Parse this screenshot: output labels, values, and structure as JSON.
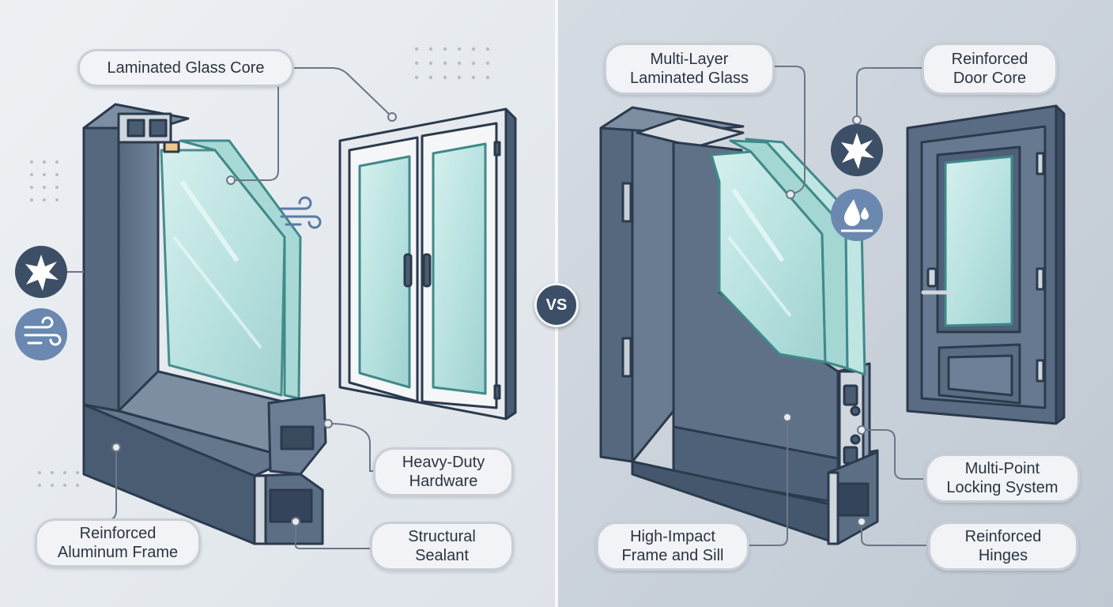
{
  "colors": {
    "panel_left_bg": "#e9edf1",
    "panel_right_bg": "#c9d0d9",
    "frame_dark": "#4a5c72",
    "frame_mid": "#5f7187",
    "frame_light": "#7d8ea3",
    "outline": "#2b3a4d",
    "glass": "#b9e3e0",
    "glass_edge": "#5fa8a6",
    "icon_dark": "#3d4f67",
    "icon_blue": "#6a88b0"
  },
  "icons": [
    "impact-icon",
    "wind-icon",
    "water-drop-icon"
  ],
  "vs_label": "VS",
  "left_panel": {
    "labels": {
      "laminated_glass_core": [
        "Laminated Glass Core"
      ],
      "heavy_duty_hardware": [
        "Heavy-Duty",
        "Hardware"
      ],
      "reinforced_aluminum_frame": [
        "Reinforced",
        "Aluminum Frame"
      ],
      "structural_sealant": [
        "Structural",
        "Sealant"
      ]
    }
  },
  "right_panel": {
    "labels": {
      "multi_layer_laminated_glass": [
        "Multi-Layer",
        "Laminated Glass"
      ],
      "reinforced_door_core": [
        "Reinforced",
        "Door Core"
      ],
      "multi_point_locking_system": [
        "Multi-Point",
        "Locking System"
      ],
      "high_impact_frame_and_sill": [
        "High-Impact",
        "Frame and Sill"
      ],
      "reinforced_hinges": [
        "Reinforced",
        "Hinges"
      ]
    }
  }
}
